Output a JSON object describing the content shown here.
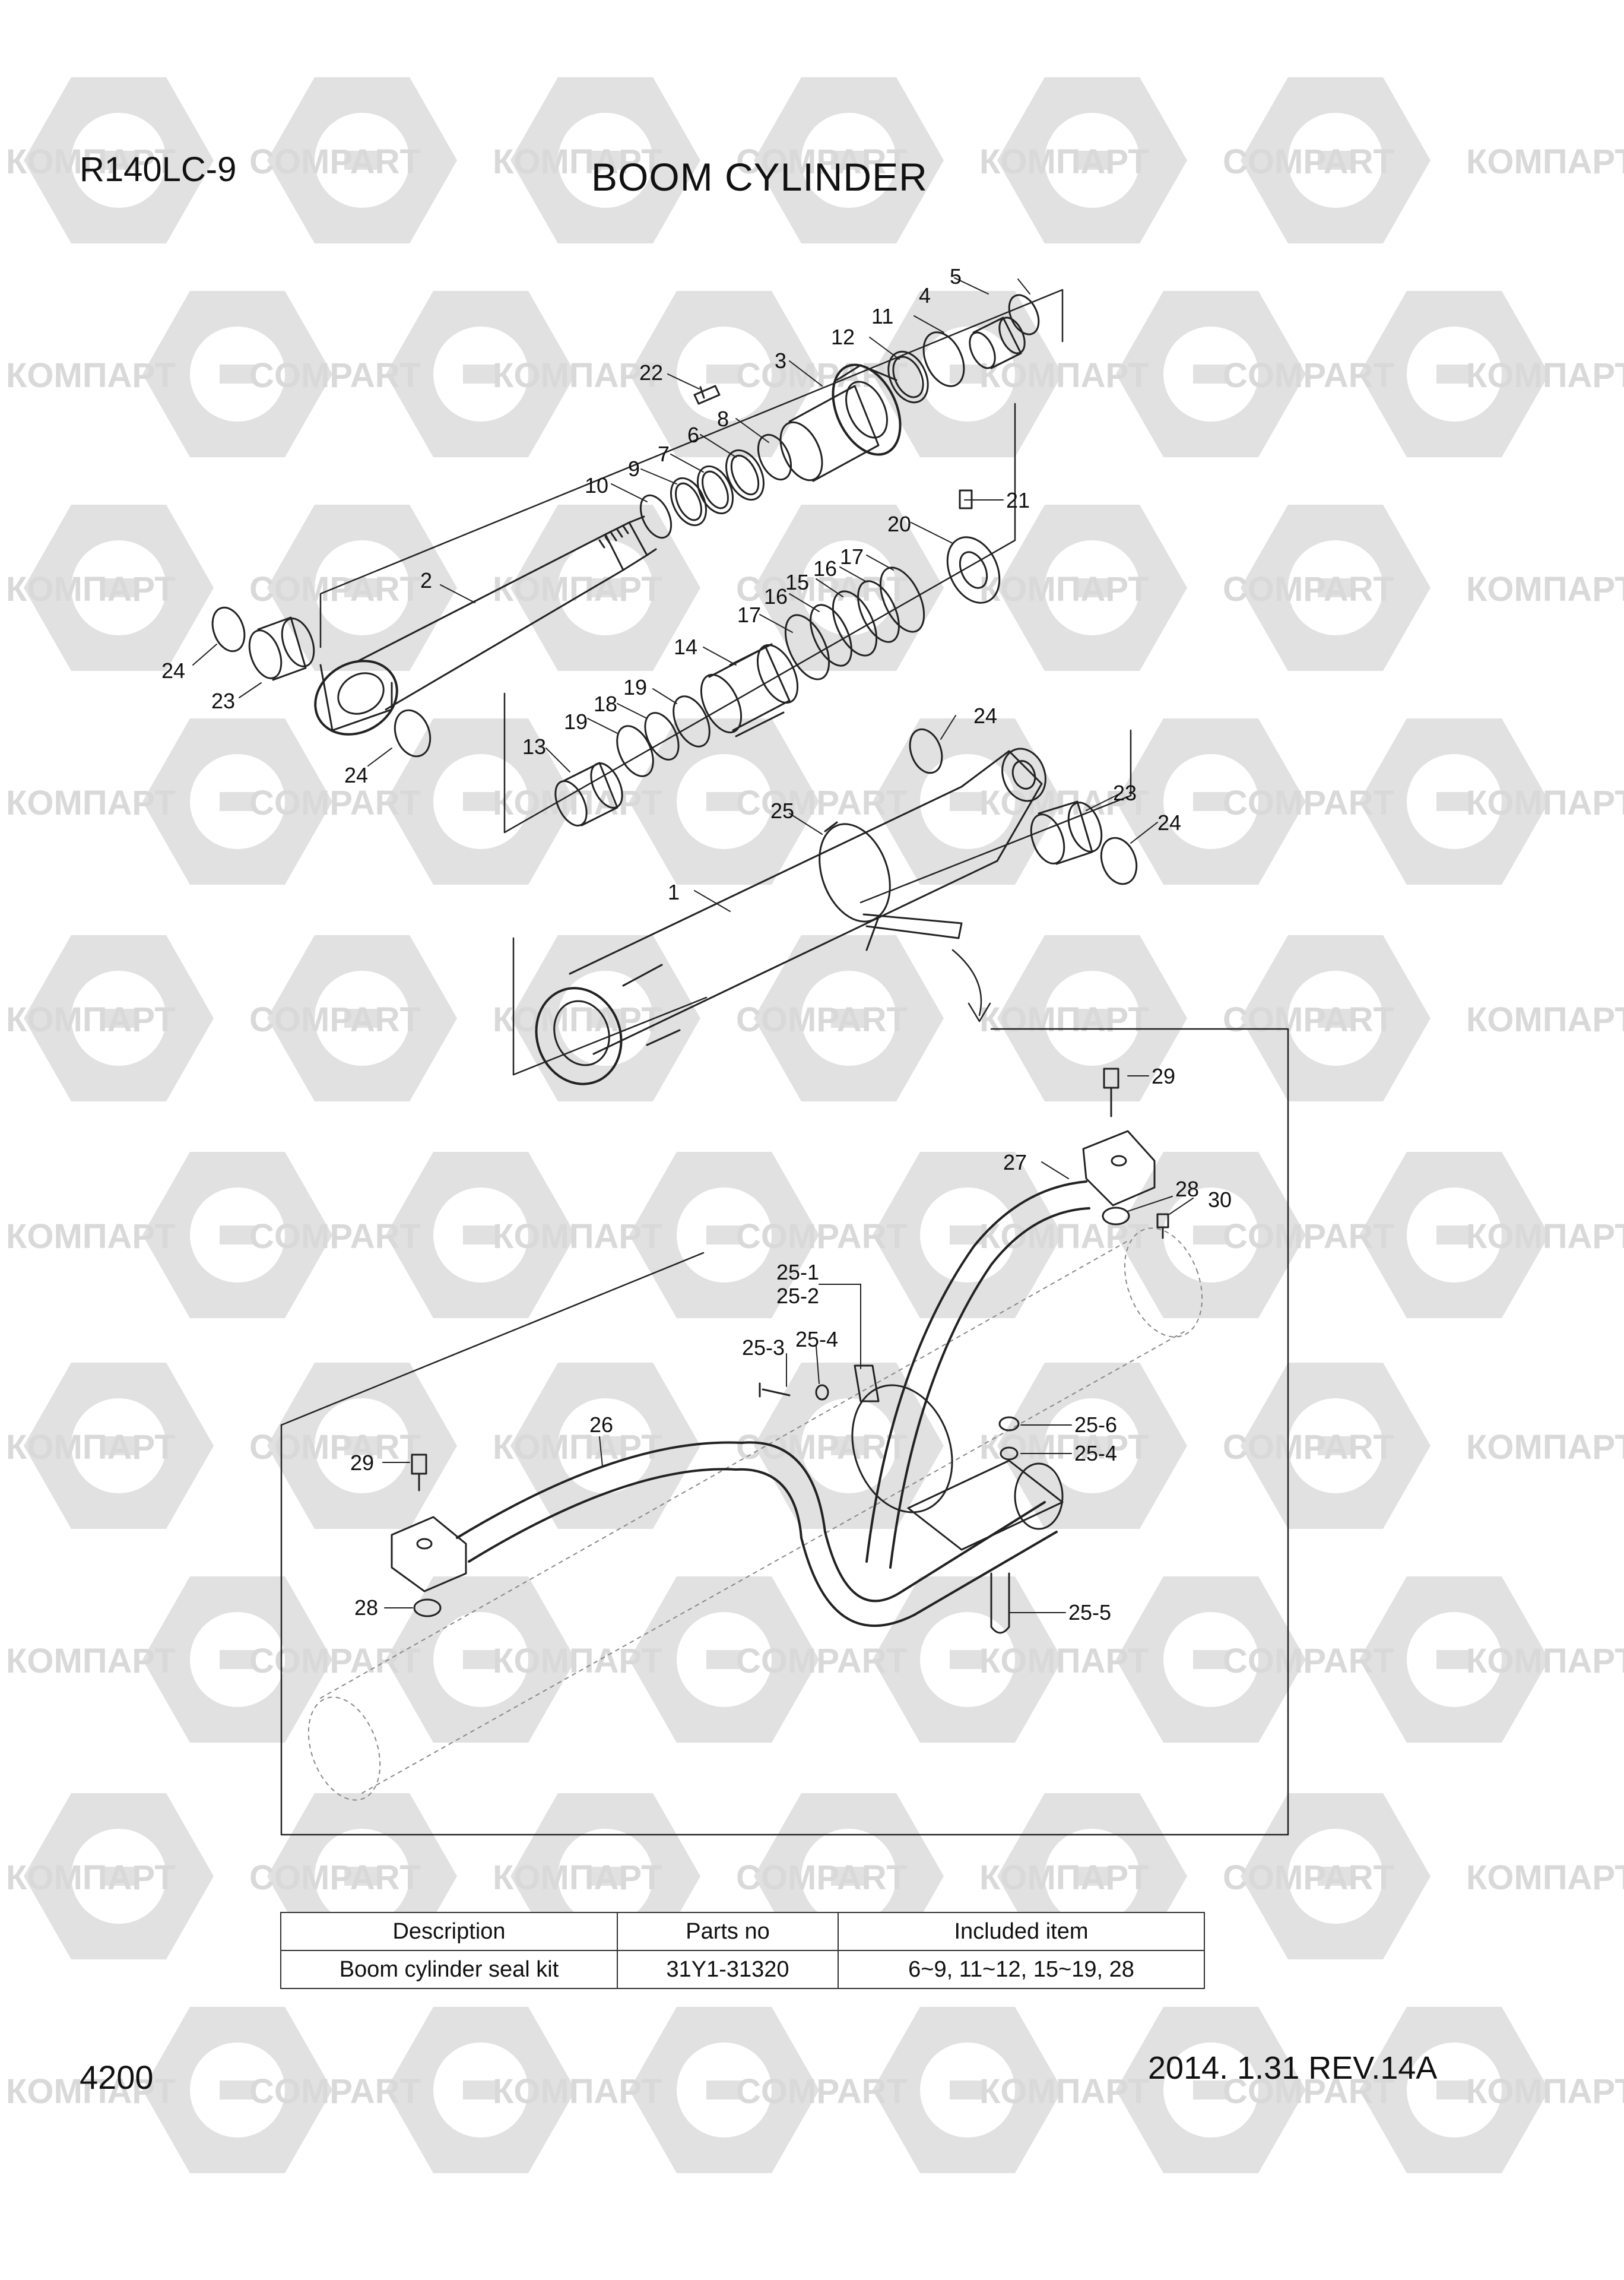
{
  "header": {
    "model": "R140LC-9",
    "title": "BOOM CYLINDER"
  },
  "footer": {
    "page": "4200",
    "date_rev": "2014. 1.31  REV.14A"
  },
  "watermark": {
    "brand_latin": "COMPART",
    "brand_cyrillic": "КОМПАРТ",
    "color": "#d9d9d9"
  },
  "callouts": {
    "p1": "1",
    "p2": "2",
    "p3": "3",
    "p4": "4",
    "p5": "5",
    "p6": "6",
    "p7": "7",
    "p8": "8",
    "p9": "9",
    "p10": "10",
    "p11": "11",
    "p12": "12",
    "p13": "13",
    "p14": "14",
    "p15": "15",
    "p16a": "16",
    "p16b": "16",
    "p17a": "17",
    "p17b": "17",
    "p18": "18",
    "p19a": "19",
    "p19b": "19",
    "p20": "20",
    "p21": "21",
    "p22": "22",
    "p23a": "23",
    "p23b": "23",
    "p24a": "24",
    "p24b": "24",
    "p24c": "24",
    "p24d": "24",
    "p25": "25",
    "p25_1": "25-1",
    "p25_2": "25-2",
    "p25_3": "25-3",
    "p25_4a": "25-4",
    "p25_4b": "25-4",
    "p25_5": "25-5",
    "p25_6": "25-6",
    "p26": "26",
    "p27": "27",
    "p28a": "28",
    "p28b": "28",
    "p29a": "29",
    "p29b": "29",
    "p30": "30"
  },
  "kit_table": {
    "headers": [
      "Description",
      "Parts no",
      "Included item"
    ],
    "rows": [
      [
        "Boom cylinder seal kit",
        "31Y1-31320",
        "6~9, 11~12, 15~19, 28"
      ]
    ]
  }
}
